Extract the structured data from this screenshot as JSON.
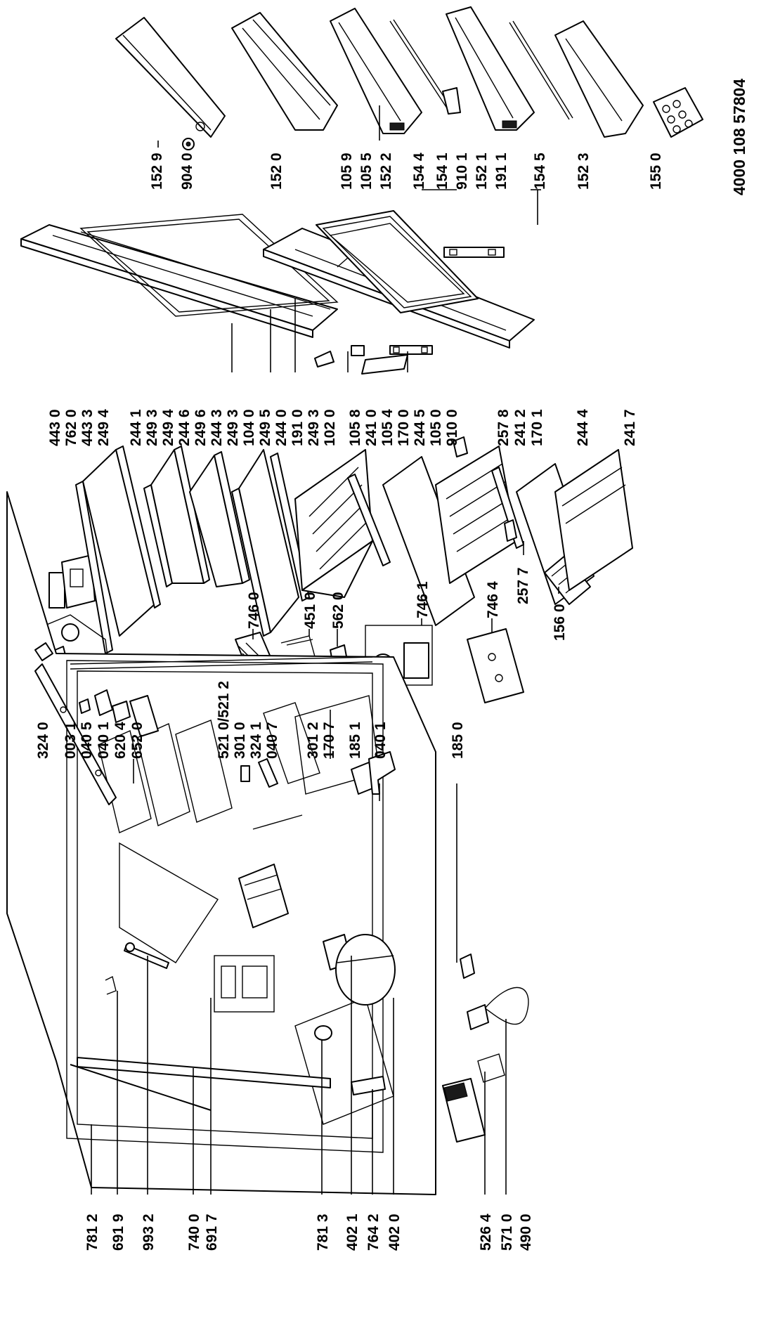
{
  "document_number": "4000 108 57804",
  "labels": {
    "p1529": "152 9",
    "p9040": "904 0",
    "p1520": "152 0",
    "p1059": "105 9",
    "p1055": "105 5",
    "p1522": "152 2",
    "p1544": "154 4",
    "p1541": "154 1",
    "p9101": "910 1",
    "p1521": "152 1",
    "p1911": "191 1",
    "p1545": "154 5",
    "p1523": "152 3",
    "p1550": "155 0",
    "p4430": "443 0",
    "p7620": "762 0",
    "p4433": "443 3",
    "p2494": "249 4",
    "p2441": "244 1",
    "p2493a": "249 3",
    "p2494b": "249 4",
    "p2446": "244 6",
    "p2496": "249 6",
    "p2443": "244 3",
    "p2493b": "249 3",
    "p1040": "104 0",
    "p2495": "249 5",
    "p2440": "244 0",
    "p1910": "191 0",
    "p2493c": "249 3",
    "p1020": "102 0",
    "p1058": "105 8",
    "p2410": "241 0",
    "p1054": "105 4",
    "p1700": "170 0",
    "p2445": "244 5",
    "p1050": "105 0",
    "p9100": "910 0",
    "p2578": "257 8",
    "p2412": "241 2",
    "p1701": "170 1",
    "p2444": "244 4",
    "p2417": "241 7",
    "p2577": "257 7",
    "p1560": "156 0",
    "p7460": "746 0",
    "p4510": "451 0",
    "p5620": "562 0",
    "p7461": "746 1",
    "p7464": "746 4",
    "p3240": "324 0",
    "p0031": "003 1",
    "p0405": "040 5",
    "p0401a": "040 1",
    "p6204": "620 4",
    "p6520": "652 0",
    "p5210": "521 0/521 2",
    "p3010": "301 0",
    "p3241": "324 1",
    "p0407": "040 7",
    "p3012": "301 2",
    "p1707": "170 7",
    "p1851": "185 1",
    "p0401b": "040 1",
    "p1850": "185 0",
    "p7812": "781 2",
    "p6919": "691 9",
    "p9932": "993 2",
    "p7400": "740 0",
    "p6917": "691 7",
    "p7813": "781 3",
    "p4021": "402 1",
    "p7642": "764 2",
    "p4020": "402 0",
    "p5264": "526 4",
    "p5710": "571 0",
    "p4900": "490 0"
  }
}
